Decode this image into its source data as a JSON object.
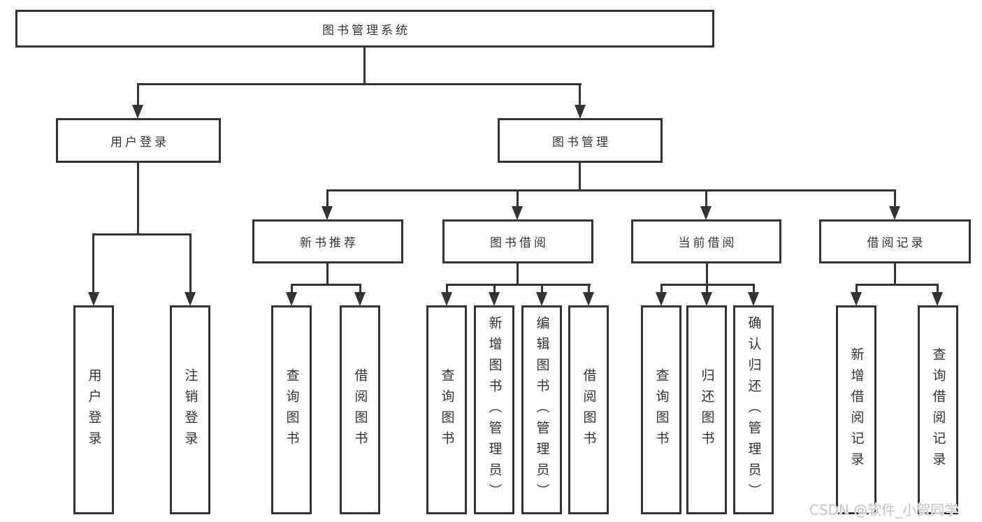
{
  "root": {
    "label": "图书管理系统"
  },
  "level2": {
    "user_login": {
      "label": "用户登录"
    },
    "book_mgmt": {
      "label": "图书管理"
    }
  },
  "level3": {
    "new_books": {
      "label": "新书推荐"
    },
    "book_borrow": {
      "label": "图书借阅"
    },
    "current_borrow": {
      "label": "当前借阅"
    },
    "borrow_records": {
      "label": "借阅记录"
    }
  },
  "leaves": {
    "user_login_children": [
      "用户登录",
      "注销登录"
    ],
    "new_books_children": [
      "查询图书",
      "借阅图书"
    ],
    "book_borrow_children": [
      "查询图书",
      "新增图书（管理员）",
      "编辑图书（管理员）",
      "借阅图书"
    ],
    "current_borrow_children": [
      "查询图书",
      "归还图书",
      "确认归还（管理员）"
    ],
    "borrow_records_children": [
      "新增借阅记录",
      "查询借阅记录"
    ]
  },
  "watermark": "CSDN @软件_小贺同学",
  "colors": {
    "line": "#333333",
    "text": "#333333",
    "box_background": "#ffffff",
    "page_background": "#ffffff",
    "watermark": "#c8c8c8"
  }
}
